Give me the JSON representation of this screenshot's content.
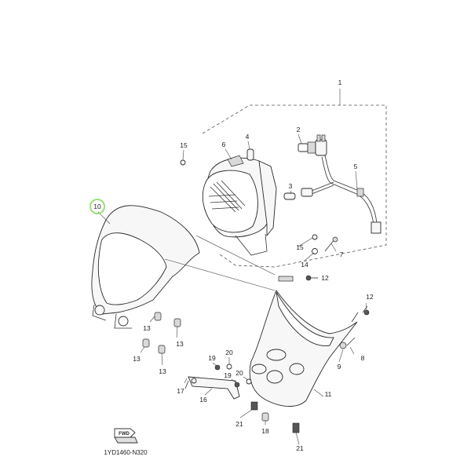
{
  "diagram": {
    "part_code": "1YD1460-N320",
    "fwd_label": "FWD",
    "callouts": [
      {
        "id": "c1",
        "label": "1"
      },
      {
        "id": "c2",
        "label": "2"
      },
      {
        "id": "c3",
        "label": "3"
      },
      {
        "id": "c4",
        "label": "4"
      },
      {
        "id": "c5",
        "label": "5"
      },
      {
        "id": "c6",
        "label": "6"
      },
      {
        "id": "c7",
        "label": "7"
      },
      {
        "id": "c8",
        "label": "8"
      },
      {
        "id": "c9",
        "label": "9"
      },
      {
        "id": "c10",
        "label": "10"
      },
      {
        "id": "c11",
        "label": "11"
      },
      {
        "id": "c12a",
        "label": "12"
      },
      {
        "id": "c12b",
        "label": "12"
      },
      {
        "id": "c13a",
        "label": "13"
      },
      {
        "id": "c13b",
        "label": "13"
      },
      {
        "id": "c13c",
        "label": "13"
      },
      {
        "id": "c13d",
        "label": "13"
      },
      {
        "id": "c14",
        "label": "14"
      },
      {
        "id": "c15a",
        "label": "15"
      },
      {
        "id": "c15b",
        "label": "15"
      },
      {
        "id": "c16",
        "label": "16"
      },
      {
        "id": "c17",
        "label": "17"
      },
      {
        "id": "c18",
        "label": "18"
      },
      {
        "id": "c19a",
        "label": "19"
      },
      {
        "id": "c19b",
        "label": "19"
      },
      {
        "id": "c20a",
        "label": "20"
      },
      {
        "id": "c20b",
        "label": "20"
      },
      {
        "id": "c21a",
        "label": "21"
      },
      {
        "id": "c21b",
        "label": "21"
      }
    ],
    "highlight_color": "#7ed957"
  }
}
